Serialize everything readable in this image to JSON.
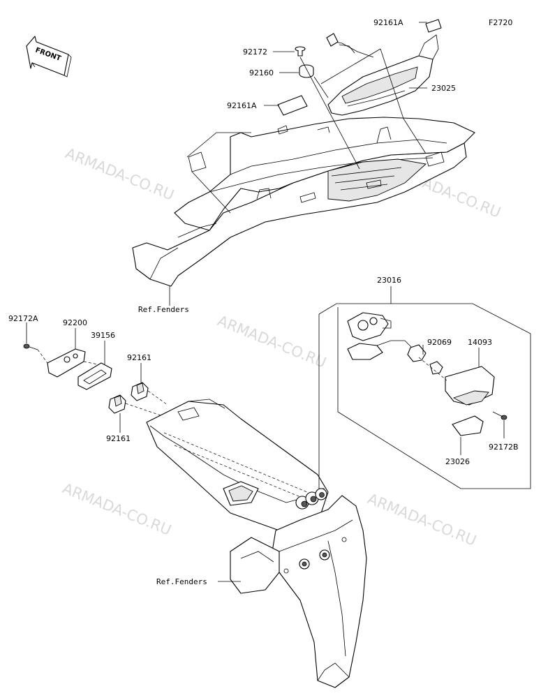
{
  "diagram": {
    "code": "F2720",
    "front_label": "FRONT",
    "watermark": "ARMADA-CO.RU",
    "ref_labels": {
      "ref_upper": "Ref.Fenders",
      "ref_lower": "Ref.Fenders"
    },
    "parts": {
      "p92161A_top": "92161A",
      "p92172": "92172",
      "p92160": "92160",
      "p23025": "23025",
      "p92161A_mid": "92161A",
      "p92172A": "92172A",
      "p92200": "92200",
      "p39156": "39156",
      "p92161_upper": "92161",
      "p92161_lower": "92161",
      "p23016": "23016",
      "p92069": "92069",
      "p14093": "14093",
      "p92172B": "92172B",
      "p23026": "23026"
    }
  }
}
